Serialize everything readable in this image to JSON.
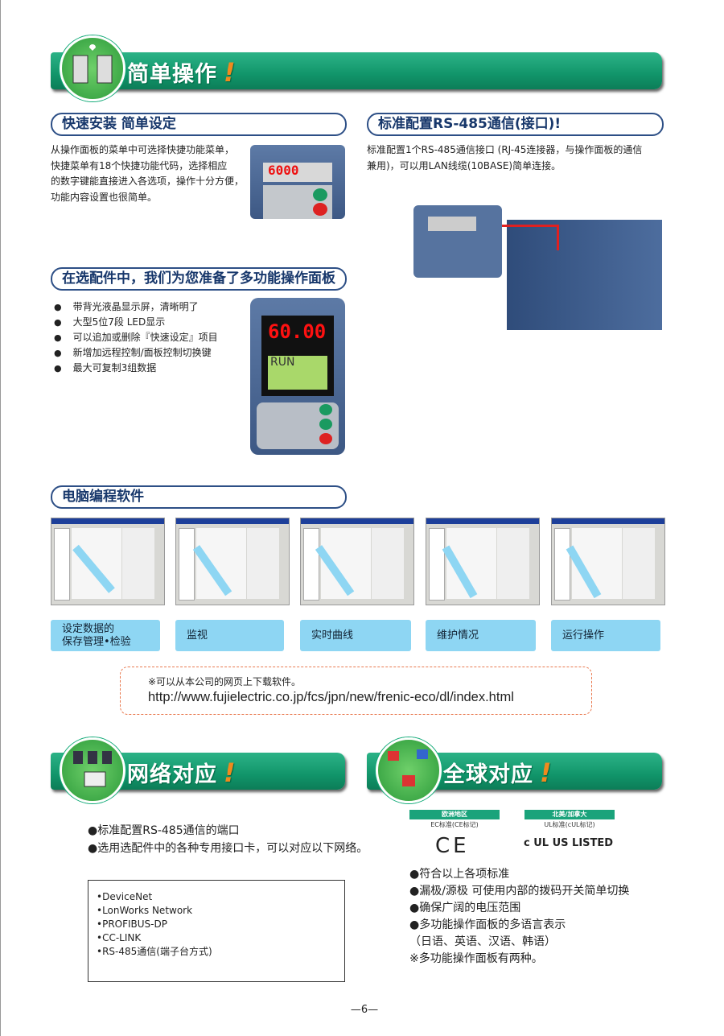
{
  "banners": {
    "easy_operation": {
      "title": "简单操作",
      "bang": "!"
    },
    "network": {
      "title": "网络对应",
      "bang": "!"
    },
    "global": {
      "title": "全球对应",
      "bang": "!"
    }
  },
  "quick_setup": {
    "heading": "快速安装  简单设定",
    "text": [
      "从操作面板的菜单中可选择快捷功能菜单，",
      "快捷菜单有18个快捷功能代码，选择相应",
      "的数字键能直接进入各选项，操作十分方便，",
      "功能内容设置也很简单。"
    ],
    "display": "6000"
  },
  "rs485": {
    "heading": "标准配置RS-485通信(接口)!",
    "text": [
      "标准配置1个RS-485通信接口 (RJ-45连接器，与操作面板的通信",
      "兼用)，可以用LAN线缆(10BASE)简单连接。"
    ]
  },
  "multi_panel": {
    "heading": "在选配件中，我们为您准备了多功能操作面板",
    "bullets": [
      "带背光液晶显示屏，清晰明了",
      "大型5位7段 LED显示",
      "可以追加或删除『快速设定』项目",
      "新增加远程控制/面板控制切换键",
      "最大可复制3组数据"
    ],
    "display": "60.00",
    "lcd": "RUN"
  },
  "software": {
    "heading": "电脑编程软件",
    "labels": [
      "设定数据的\n保存管理•检验",
      "监视",
      "实时曲线",
      "维护情况",
      "运行操作"
    ],
    "download_note": "※可以从本公司的网页上下载软件。",
    "url": "http://www.fujielectric.co.jp/fcs/jpn/new/frenic-eco/dl/index.html"
  },
  "network": {
    "bullets": [
      "●标准配置RS-485通信的端口",
      "●选用选配件中的各种专用接口卡，可以对应以下网络。"
    ],
    "list": [
      "•DeviceNet",
      "•LonWorks Network",
      "•PROFIBUS-DP",
      "•CC-LINK",
      "•RS-485通信(端子台方式)"
    ]
  },
  "global": {
    "certs": [
      {
        "region": "欧洲地区",
        "standard": "EC标准(CE标记)",
        "mark": "CE"
      },
      {
        "region": "北美/加拿大",
        "standard": "UL标准(cUL标记)",
        "mark": "c UL US LISTED"
      }
    ],
    "bullets": [
      "●符合以上各项标准",
      "●漏极/源极 可使用内部的拨码开关简单切换",
      "●确保广阔的电压范围",
      "●多功能操作面板的多语言表示",
      "（日语、英语、汉语、韩语）",
      "※多功能操作面板有两种。"
    ]
  },
  "page_number": "—6—"
}
